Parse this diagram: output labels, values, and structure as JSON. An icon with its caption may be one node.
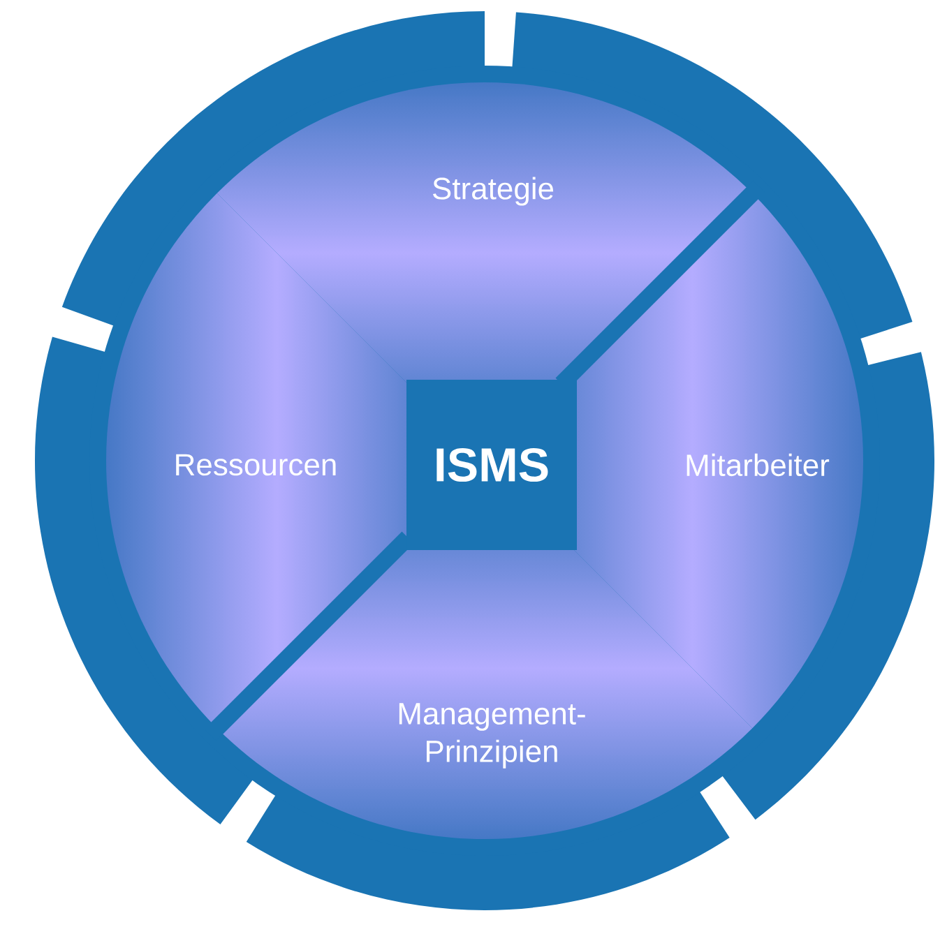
{
  "diagram": {
    "nodes": [
      {
        "text": [
          "Strategie"
        ]
      },
      {
        "text": [
          "Ressourcen"
        ]
      },
      {
        "text": [
          "ISMS"
        ]
      },
      {
        "text": [
          "Mitarbeiter"
        ]
      },
      {
        "text": [
          "Management-Prinzipien"
        ]
      }
    ]
  }
}
